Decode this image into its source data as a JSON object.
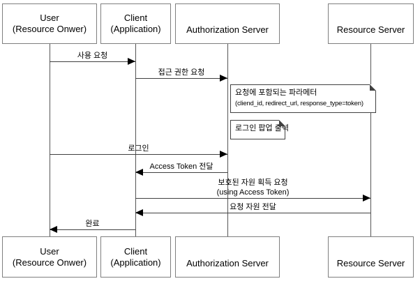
{
  "diagram": {
    "type": "sequence-diagram",
    "colors": {
      "background": "#ffffff",
      "actor_border": "#7f7f7f",
      "note_border": "#404040",
      "message_line": "#404040",
      "arrowhead": "#000000",
      "text": "#000000"
    },
    "actors": {
      "user": {
        "line1": "User",
        "line2": "(Resource Onwer)"
      },
      "client": {
        "line1": "Client",
        "line2": "(Application)"
      },
      "auth": {
        "line1": "Authorization Server"
      },
      "resource": {
        "line1": "Resource Server"
      }
    },
    "messages": [
      {
        "label": "사용 요청",
        "from": "user",
        "to": "client"
      },
      {
        "label": "접근 권한 요청",
        "from": "client",
        "to": "auth"
      },
      {
        "label": "로그인",
        "from": "user",
        "to": "auth"
      },
      {
        "label": "Access Token 전달",
        "from": "auth",
        "to": "client"
      },
      {
        "label": "보호된 자원 획득 요청",
        "sublabel": "(using Access Token)",
        "from": "client",
        "to": "resource"
      },
      {
        "label": "요청 자원 전달",
        "from": "resource",
        "to": "client"
      },
      {
        "label": "완료",
        "from": "client",
        "to": "user"
      }
    ],
    "notes": [
      {
        "line1": "요청에 포함되는 파라메터",
        "line2": "(cliend_id, redirect_url, response_type=token)"
      },
      {
        "line1": "로그인 팝업 출력"
      }
    ]
  }
}
